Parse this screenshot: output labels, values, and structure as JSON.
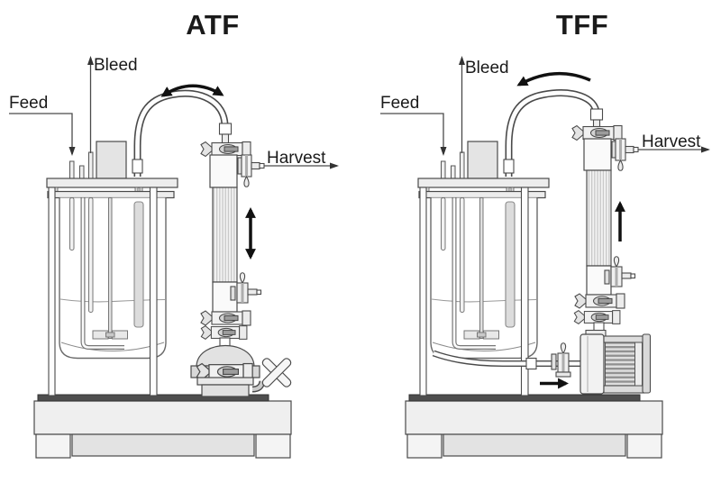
{
  "panels": {
    "left": {
      "title": "ATF",
      "feed_label": "Feed",
      "bleed_label": "Bleed",
      "harvest_label": "Harvest",
      "pump_icon": "diaphragm-pump",
      "flow_arrows": [
        "bidirectional-curved-arrow",
        "bidirectional-vertical-arrow"
      ]
    },
    "right": {
      "title": "TFF",
      "feed_label": "Feed",
      "bleed_label": "Bleed",
      "harvest_label": "Harvest",
      "pump_icon": "centrifugal-pump",
      "flow_arrows": [
        "counterclockwise-curved-arrow",
        "up-vertical-arrow",
        "right-horizontal-arrow"
      ]
    },
    "colors": {
      "background": "#ffffff",
      "linework": "#4a4a4a",
      "flow_arrow": "#111111",
      "fill_light": "#efefef",
      "fill_mid": "#dcdcdc",
      "mat_dark": "#4e4e4e"
    }
  }
}
